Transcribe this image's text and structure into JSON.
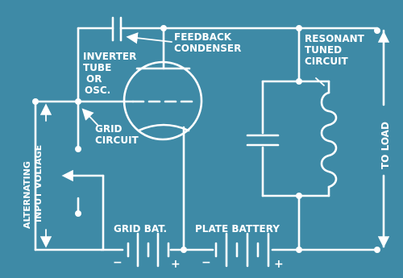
{
  "diagram": {
    "background_color": "#3e8aa6",
    "line_color": "#ffffff",
    "labels": {
      "feedback_condenser": [
        "FEEDBACK",
        "CONDENSER"
      ],
      "inverter_tube": [
        "INVERTER",
        "TUBE",
        "OR",
        "OSC."
      ],
      "grid_circuit": [
        "GRID",
        "CIRCUIT"
      ],
      "resonant_tuned_circuit": [
        "RESONANT",
        "TUNED",
        "CIRCUIT"
      ],
      "alternating_input_voltage": [
        "ALTERNATING",
        "INPUT VOLTAGE"
      ],
      "to_load": "TO LOAD",
      "grid_battery": "GRID BAT.",
      "plate_battery": "PLATE BATTERY",
      "grid_bat_minus": "−",
      "grid_bat_plus": "+",
      "plate_bat_minus": "−",
      "plate_bat_plus": "+"
    }
  }
}
